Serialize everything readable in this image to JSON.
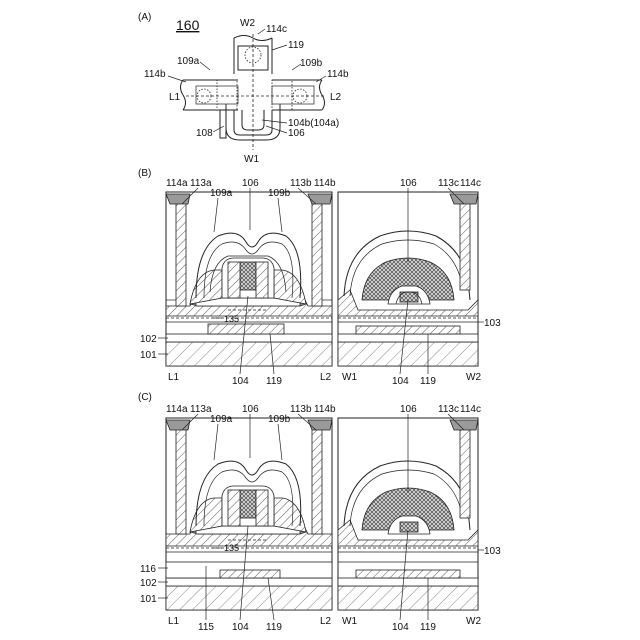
{
  "figure": {
    "panel_a": {
      "label": "(A)",
      "device_number": "160",
      "callouts": {
        "w2": "W2",
        "c114c": "114c",
        "c119": "119",
        "c109a": "109a",
        "c109b": "109b",
        "c114b_left": "114b",
        "c114b_right": "114b",
        "l1": "L1",
        "l2": "L2",
        "c108": "108",
        "c106": "106",
        "c104b": "104b(104a)",
        "w1": "W1"
      }
    },
    "panel_b": {
      "label": "(B)",
      "left_labels": {
        "c114a": "114a",
        "c113a": "113a",
        "c109a": "109a",
        "c106": "106",
        "c109b": "109b",
        "c113b": "113b",
        "c114b": "114b",
        "c135": "135",
        "c102": "102",
        "c101": "101",
        "l1": "L1",
        "c104": "104",
        "c119": "119",
        "l2": "L2"
      },
      "right_labels": {
        "c106": "106",
        "c113c": "113c",
        "c114c": "114c",
        "c103": "103",
        "w1": "W1",
        "c104": "104",
        "c119": "119",
        "w2": "W2"
      }
    },
    "panel_c": {
      "label": "(C)",
      "left_labels": {
        "c114a": "114a",
        "c113a": "113a",
        "c109a": "109a",
        "c106": "106",
        "c109b": "109b",
        "c113b": "113b",
        "c114b": "114b",
        "c135": "135",
        "c116": "116",
        "c102": "102",
        "c101": "101",
        "l1": "L1",
        "c115": "115",
        "c104": "104",
        "c119": "119",
        "l2": "L2"
      },
      "right_labels": {
        "c106": "106",
        "c113c": "113c",
        "c114c": "114c",
        "c103": "103",
        "w1": "W1",
        "c104": "104",
        "c119": "119",
        "w2": "W2"
      }
    }
  }
}
